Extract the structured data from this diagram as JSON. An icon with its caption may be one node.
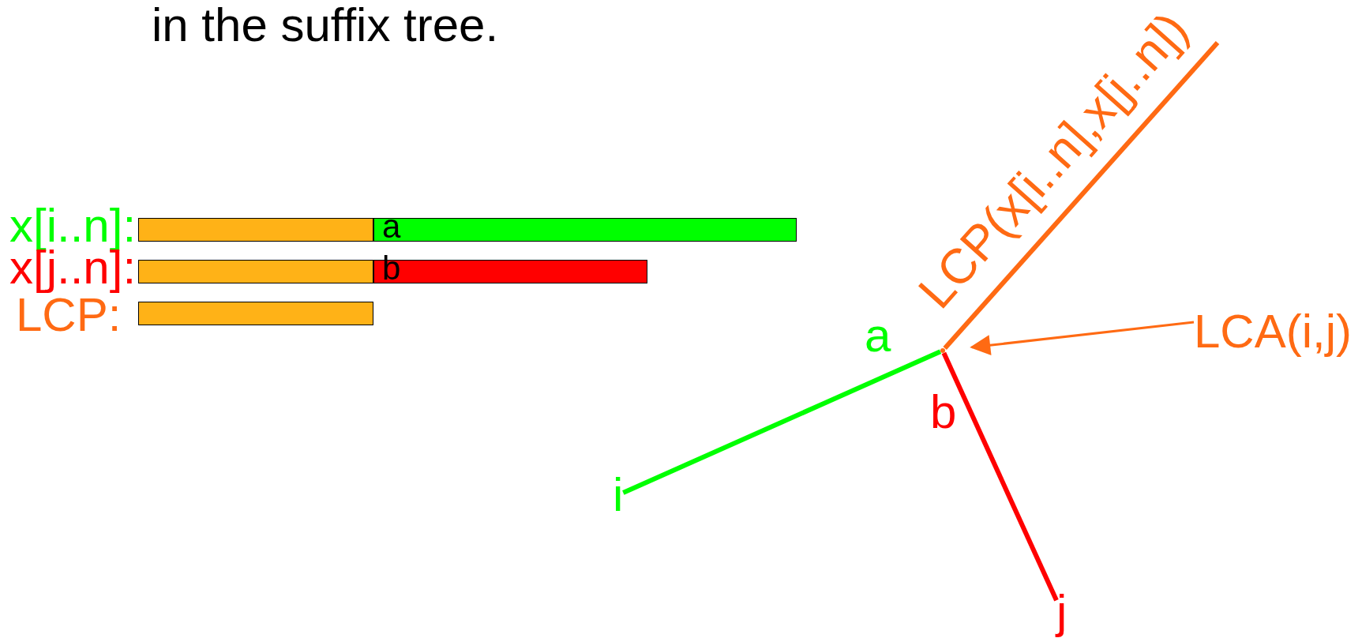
{
  "diagram": {
    "nodes": [
      {
        "text": [],
        "shape": "bar"
      },
      {
        "text": [
          "a"
        ]
      },
      {
        "text": [],
        "shape": "bar"
      },
      {
        "text": [
          "b"
        ]
      },
      {
        "text": [],
        "shape": "bar"
      },
      {
        "text": [
          "LCA(i,j)"
        ]
      },
      {
        "text": [],
        "shape": "circle"
      },
      {
        "text": [
          "i"
        ]
      },
      {
        "text": [
          "j"
        ]
      }
    ],
    "edges": [
      {
        "from": 6,
        "to": null,
        "arrow": "none",
        "label": "LCP(x[i..n],x[j..n])",
        "color": "#ff6a13"
      },
      {
        "from": 6,
        "to": 7,
        "arrow": "none",
        "label": "a",
        "color": "#00ff00"
      },
      {
        "from": 6,
        "to": 8,
        "arrow": "none",
        "label": "b",
        "color": "#ff0000"
      },
      {
        "from": 5,
        "to": 6,
        "arrow": "to",
        "color": "#ff6a13"
      }
    ],
    "labels": [
      "in the suffix tree.",
      "x[i..n]:",
      "x[j..n]:",
      "LCP:"
    ]
  }
}
